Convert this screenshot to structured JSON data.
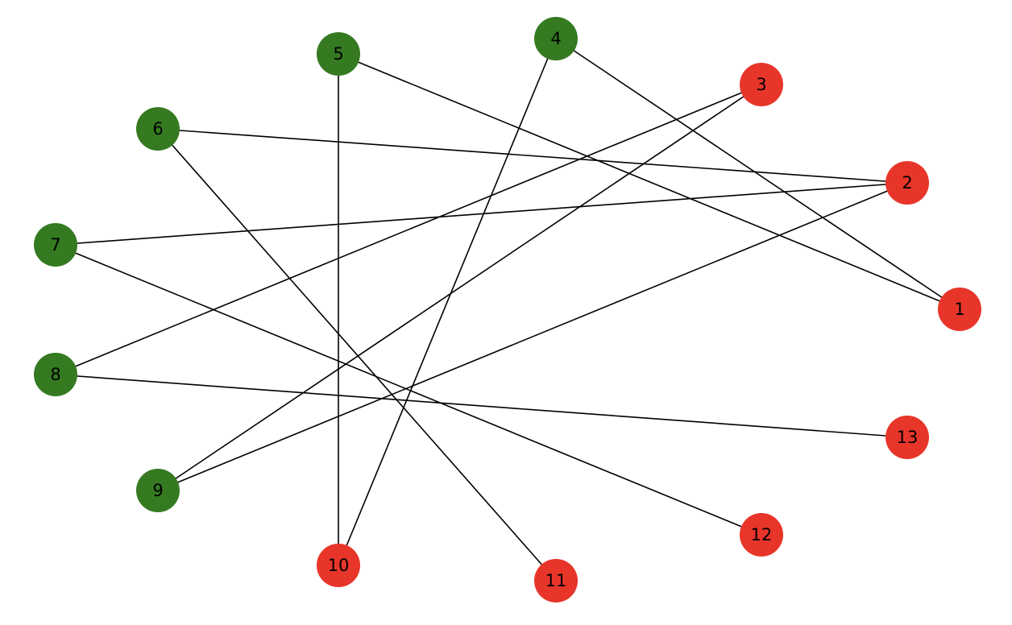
{
  "colors": {
    "green": "#357a21",
    "red": "#e8352a",
    "edge": "#000000"
  },
  "nodes": [
    {
      "id": "1",
      "label": "1",
      "color": "red"
    },
    {
      "id": "2",
      "label": "2",
      "color": "red"
    },
    {
      "id": "3",
      "label": "3",
      "color": "red"
    },
    {
      "id": "4",
      "label": "4",
      "color": "green"
    },
    {
      "id": "5",
      "label": "5",
      "color": "green"
    },
    {
      "id": "6",
      "label": "6",
      "color": "green"
    },
    {
      "id": "7",
      "label": "7",
      "color": "green"
    },
    {
      "id": "8",
      "label": "8",
      "color": "green"
    },
    {
      "id": "9",
      "label": "9",
      "color": "green"
    },
    {
      "id": "10",
      "label": "10",
      "color": "red"
    },
    {
      "id": "11",
      "label": "11",
      "color": "red"
    },
    {
      "id": "12",
      "label": "12",
      "color": "red"
    },
    {
      "id": "13",
      "label": "13",
      "color": "red"
    }
  ],
  "edges": [
    [
      "4",
      "1"
    ],
    [
      "5",
      "1"
    ],
    [
      "5",
      "10"
    ],
    [
      "4",
      "10"
    ],
    [
      "6",
      "2"
    ],
    [
      "6",
      "11"
    ],
    [
      "7",
      "2"
    ],
    [
      "7",
      "12"
    ],
    [
      "8",
      "3"
    ],
    [
      "8",
      "13"
    ],
    [
      "9",
      "3"
    ],
    [
      "9",
      "2"
    ]
  ]
}
